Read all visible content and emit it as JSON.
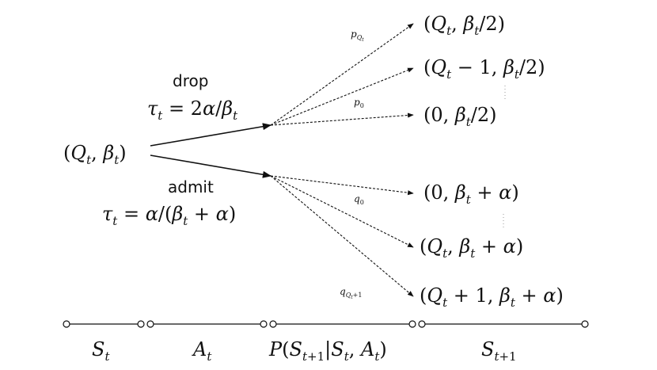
{
  "root_state": "(Q_t, β_t)",
  "actions": {
    "drop": {
      "name": "drop",
      "tau": "τ_t = 2α/β_t"
    },
    "admit": {
      "name": "admit",
      "tau": "τ_t = α/(β_t + α)"
    }
  },
  "drop_outcomes": [
    "(Q_t, β_t/2)",
    "(Q_t − 1, β_t/2)",
    "(0, β_t/2)"
  ],
  "admit_outcomes": [
    "(0, β_t + α)",
    "(Q_t, β_t + α)",
    "(Q_t + 1, β_t + α)"
  ],
  "probabilities": {
    "p_top": "p_{Q_t}",
    "p_bottom": "p_0",
    "q_top": "q_0",
    "q_bottom": "q_{Q_t+1}"
  },
  "timeline": [
    "S_t",
    "A_t",
    "P(S_{t+1}|S_t, A_t)",
    "S_{t+1}"
  ]
}
